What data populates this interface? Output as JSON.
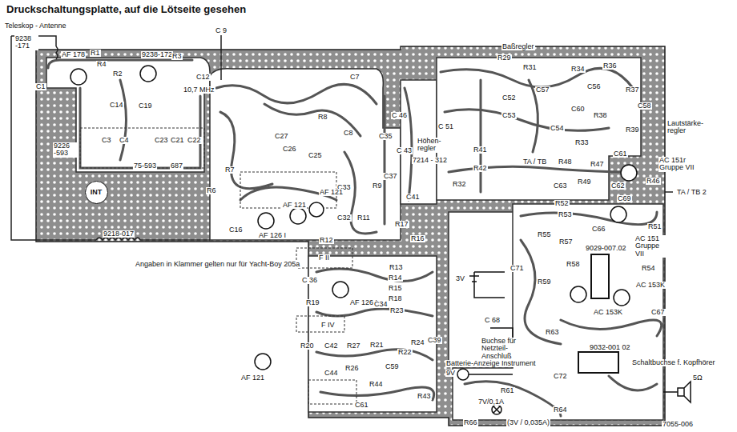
{
  "diagram": {
    "title": "Druckschaltungsplatte, auf die Lötseite gesehen",
    "nodes": [
      {
        "text": [
          "INT"
        ]
      }
    ],
    "edges": [],
    "labels": [
      "Teleskop - Antenne",
      "9238 -171",
      "C 9",
      "AF 178",
      "R1",
      "9238-172",
      "R3",
      "R4",
      "R2",
      "C1",
      "C12",
      "C14",
      "C19",
      "10,7 MHz",
      "9226 -593",
      "C3",
      "C4",
      "C23",
      "C21",
      "C22",
      "75-593",
      "687",
      "C7",
      "R8",
      "C27",
      "C26",
      "C25",
      "C8",
      "C35",
      "C 46",
      "C 43",
      "C37",
      "C41",
      "R9",
      "R7",
      "R6",
      "C33",
      "AF 121",
      "AF 121",
      "C32",
      "R11",
      "R17",
      "R16",
      "R12",
      "AF 126 I",
      "C16",
      "9218-017",
      "F II",
      "Angaben in Klammer gelten nur für Yacht-Boy 205a",
      "R13",
      "R14",
      "R15",
      "R18",
      "C 36",
      "AF 126 I",
      "R19",
      "F IV",
      "C34",
      "R23",
      "C39",
      "R21",
      "R22",
      "R24",
      "R20",
      "C42",
      "R27",
      "R26",
      "C44",
      "AF 121",
      "C59",
      "R44",
      "R43",
      "C61",
      "R66",
      "7V/0,1A",
      "(3V / 0,035A)",
      "Baßregler",
      "R29",
      "R31",
      "R34",
      "R36",
      "R37",
      "C57",
      "C56",
      "C52",
      "C53",
      "C60",
      "C58",
      "R38",
      "C 51",
      "C54",
      "R39",
      "Lautstärke-regler",
      "R33",
      "C61",
      "Höhen-regler",
      "R41",
      "7214 - 312",
      "TA / TB",
      "R48",
      "R47",
      "AC 151r Gruppe VII",
      "R42",
      "R32",
      "R49",
      "C62",
      "R46",
      "TA / TB 2",
      "C63",
      "R52",
      "C69",
      "R53",
      "R51",
      "R55",
      "C66",
      "R57",
      "AC 151 Gruppe VII",
      "9029-007.02",
      "R58",
      "C71",
      "R54",
      "R59",
      "3V",
      "AC 153K",
      "AC 153K",
      "C67",
      "C 68",
      "R63",
      "Buchse für Netzteil-Anschluß",
      "Batterie-Anzeige Instrument",
      "9032-001 02",
      "Schaltbuchse f. Kopfhörer",
      "9V",
      "C72",
      "5Ω",
      "R61",
      "R64",
      "7055-006"
    ]
  }
}
